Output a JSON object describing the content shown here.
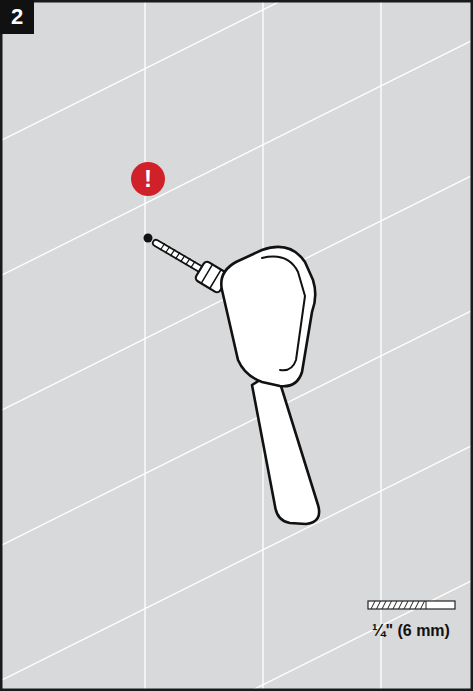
{
  "diagram": {
    "nodes": [
      {
        "text": [
          "2"
        ]
      },
      {
        "text": [
          "!"
        ]
      }
    ],
    "labels": [
      "¼\" (6 mm)"
    ]
  }
}
